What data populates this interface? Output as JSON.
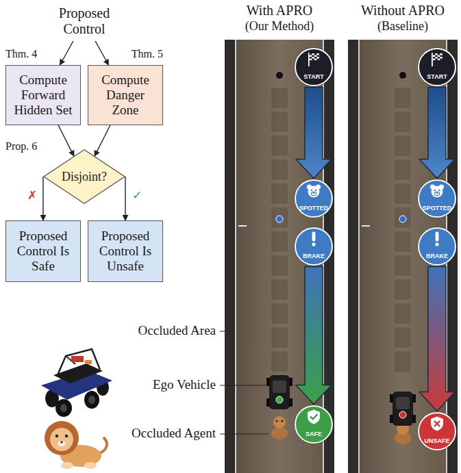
{
  "diagram": {
    "nodes": [
      {
        "text": [
          "Proposed Control"
        ]
      },
      {
        "text": [
          "Compute Forward Hidden Set"
        ]
      },
      {
        "text": [
          "Compute Danger Zone"
        ]
      },
      {
        "text": [
          "Disjoint?"
        ]
      },
      {
        "text": [
          "Proposed Control Is Safe"
        ]
      },
      {
        "text": [
          "Proposed Control Is Unsafe"
        ]
      },
      {
        "text": [
          "START"
        ]
      },
      {
        "text": [
          "SPOTTED"
        ]
      },
      {
        "text": [
          "BRAKE"
        ]
      },
      {
        "text": [
          "SAFE"
        ]
      },
      {
        "text": [
          "START"
        ]
      },
      {
        "text": [
          "SPOTTED"
        ]
      },
      {
        "text": [
          "BRAKE"
        ]
      },
      {
        "text": [
          "UNSAFE"
        ]
      }
    ],
    "edges": [
      {
        "from": 0,
        "to": 1,
        "arrow": "to"
      },
      {
        "from": 0,
        "to": 2,
        "arrow": "to"
      },
      {
        "from": 1,
        "to": 3,
        "arrow": "to"
      },
      {
        "from": 2,
        "to": 3,
        "arrow": "to"
      },
      {
        "from": 3,
        "to": 4,
        "label": "✗",
        "arrow": "to"
      },
      {
        "from": 3,
        "to": 5,
        "label": "✓",
        "arrow": "to"
      },
      {
        "from": 6,
        "to": 7,
        "arrow": "to"
      },
      {
        "from": 8,
        "to": 9,
        "arrow": "to"
      },
      {
        "from": 10,
        "to": 11,
        "arrow": "to"
      },
      {
        "from": 12,
        "to": 13,
        "arrow": "to"
      }
    ],
    "labels": [
      "Thm. 4",
      "Thm. 5",
      "Prop. 6",
      "With APRO",
      "(Our Method)",
      "Without APRO",
      "(Baseline)",
      "Occluded Area",
      "Ego Vehicle",
      "Occluded Agent"
    ]
  }
}
